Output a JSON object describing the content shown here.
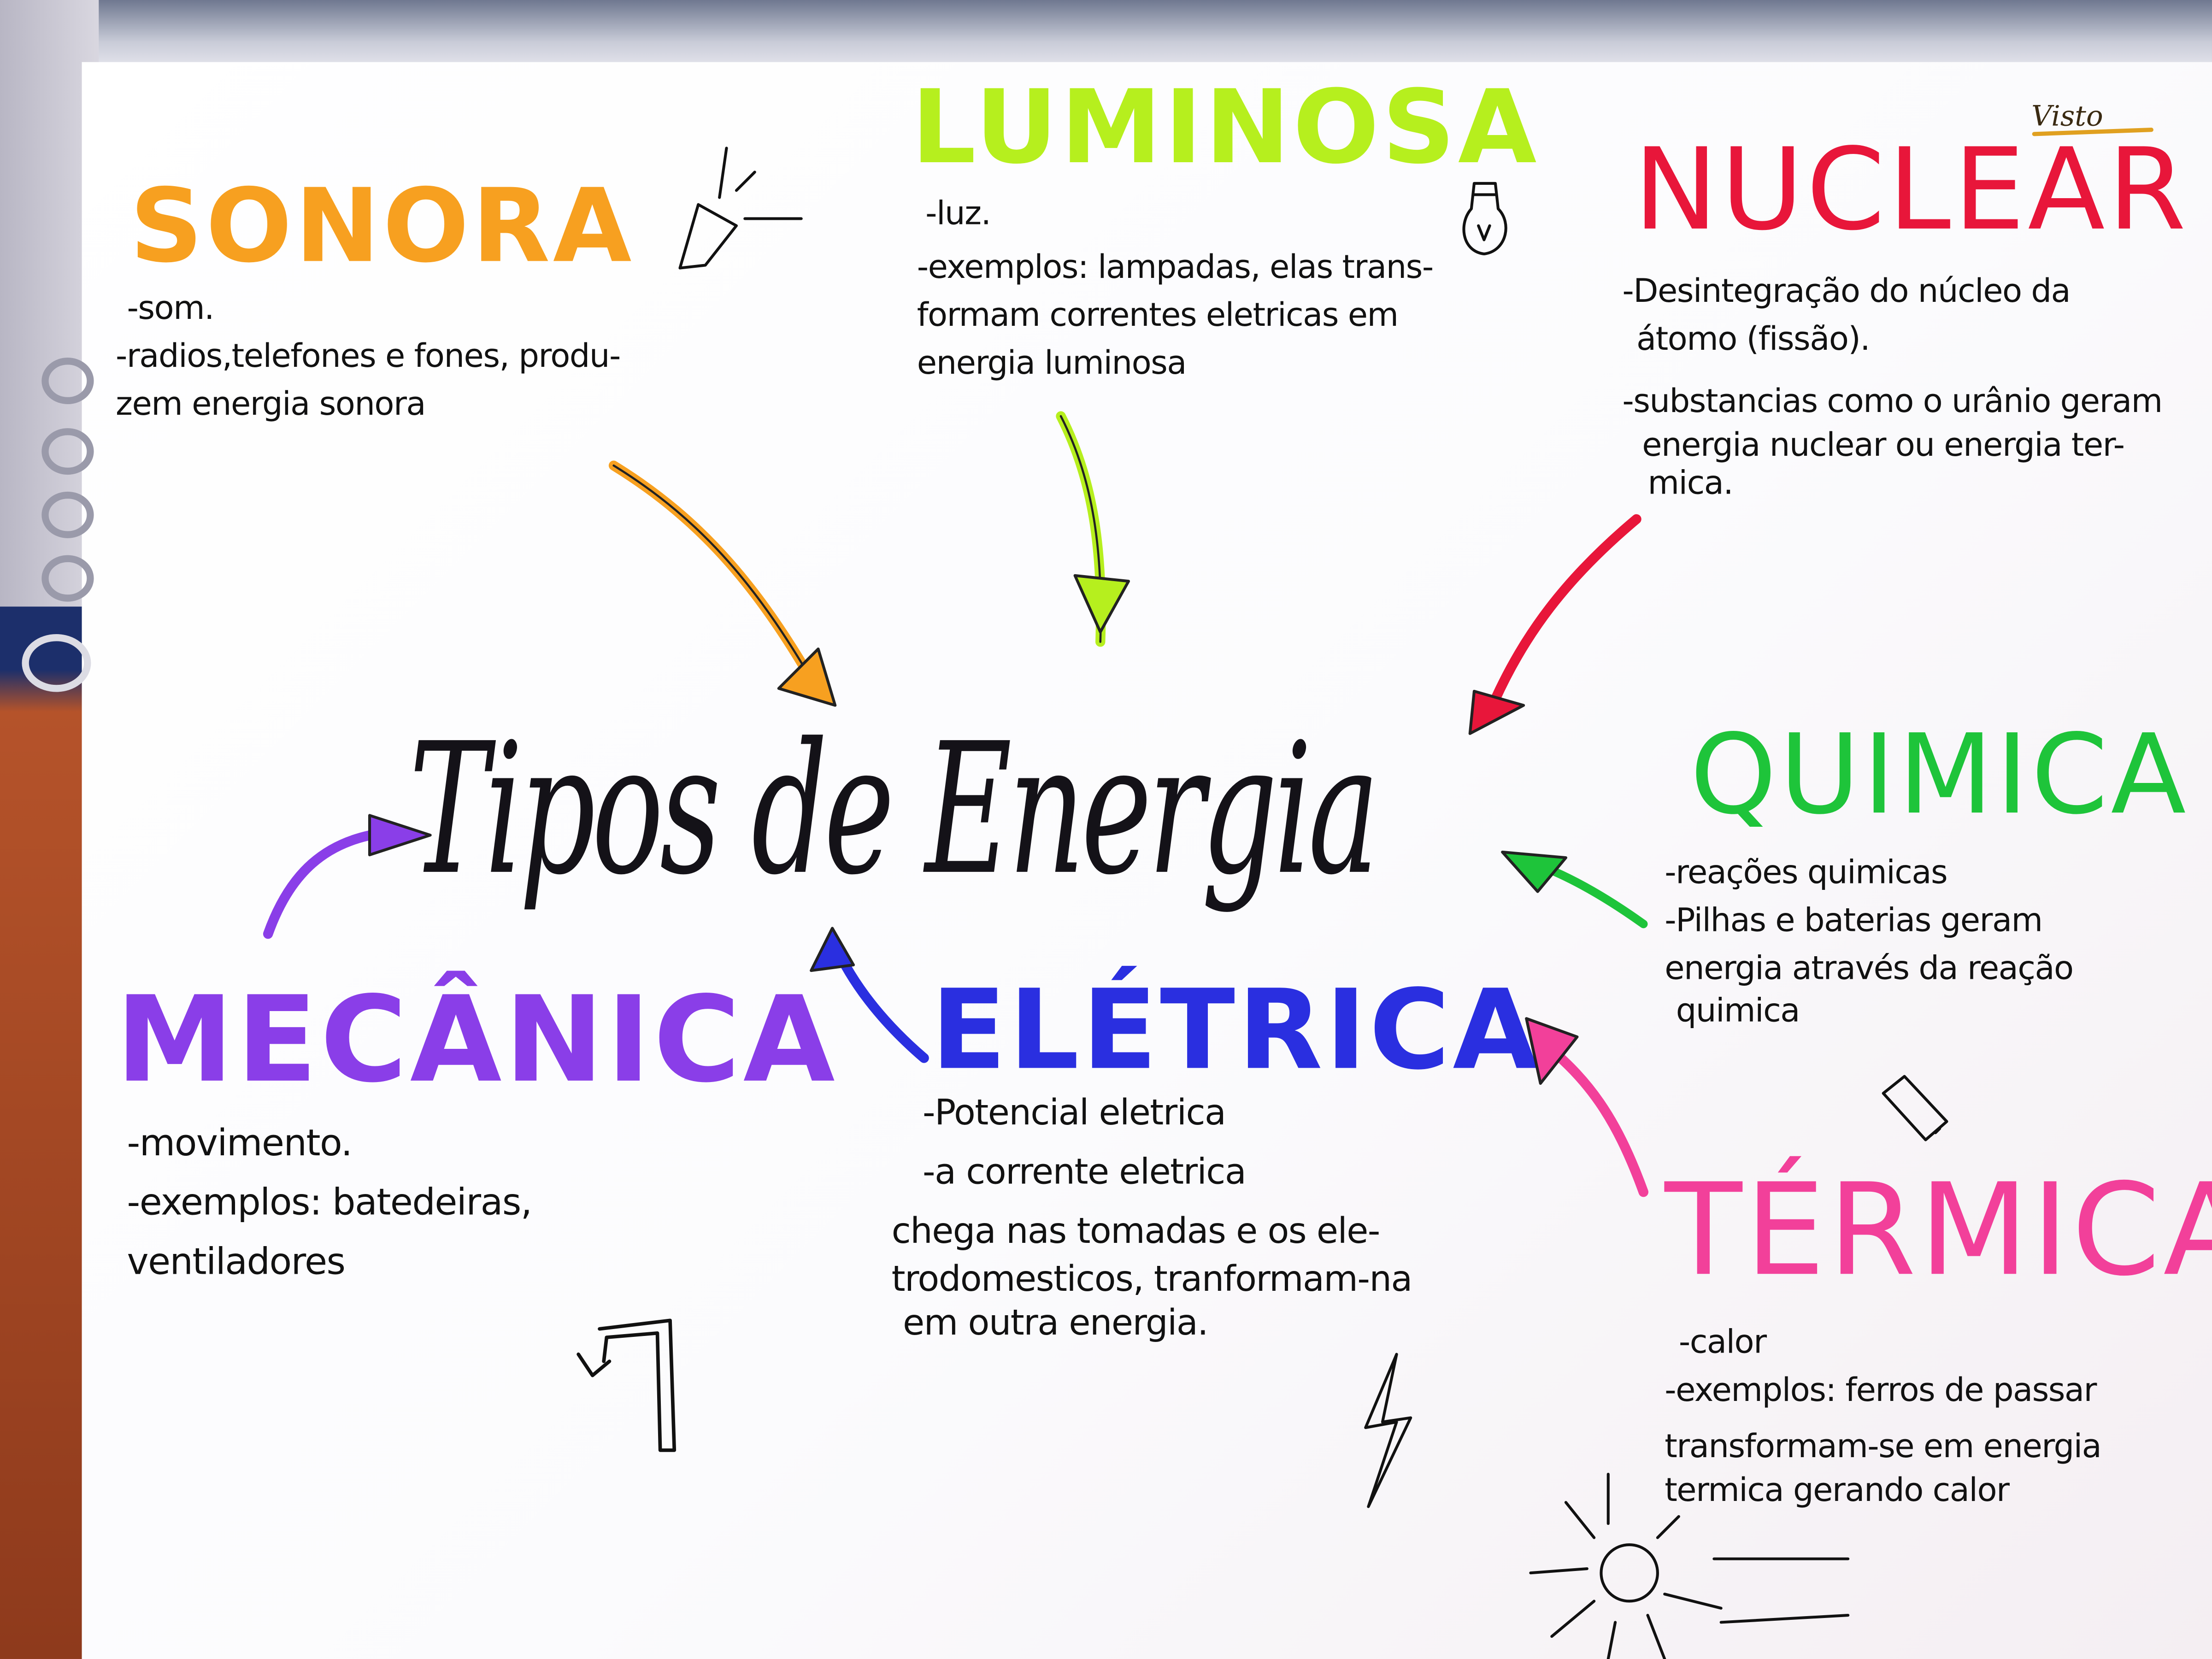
{
  "center_title": "Tipos de Energia",
  "visto": "Visto",
  "colors": {
    "sonora": "#f7a020",
    "luminosa": "#b6ef1e",
    "nuclear": "#e8163a",
    "quimica": "#1ec43a",
    "mecanica": "#8a3ee8",
    "eletrica": "#2a2fe0",
    "termicas": "#f2409a",
    "ink": "#141218"
  },
  "nodes": {
    "sonora": {
      "title": "SONORA",
      "lines": [
        "-som.",
        "-radios,telefones e fones, produ-",
        "zem energia sonora"
      ],
      "icon": "megaphone-icon"
    },
    "luminosa": {
      "title": "LUMINOSA",
      "lines": [
        "-luz.",
        "-exemplos: lampadas, elas trans-",
        "formam correntes eletricas em",
        "energia luminosa"
      ],
      "icon": "lightbulb-icon"
    },
    "nuclear": {
      "title": "NUCLEAR",
      "lines": [
        "-Desintegração do núcleo da",
        "átomo (fissão).",
        "-substancias como o urânio geram",
        "energia nuclear ou energia ter-",
        "mica."
      ]
    },
    "quimica": {
      "title": "QUIMICA",
      "lines": [
        "-reações quimicas",
        "-Pilhas e baterias geram",
        "energia através da reação",
        "quimica"
      ],
      "icon": "battery-icon"
    },
    "mecanica": {
      "title": "MECÂNICA",
      "lines": [
        "-movimento.",
        "-exemplos: batedeiras,",
        "ventiladores"
      ],
      "icon": "mixer-icon"
    },
    "eletrica": {
      "title": "ELÉTRICA",
      "lines": [
        "-Potencial eletrica",
        "-a corrente eletrica",
        "chega nas tomadas e os ele-",
        "trodomesticos, tranformam-na",
        "em outra energia."
      ],
      "icon": "lightning-icon"
    },
    "termicas": {
      "title": "TÉRMICAS",
      "lines": [
        "-calor",
        "-exemplos: ferros de passar",
        "transformam-se em energia",
        "termica gerando calor"
      ],
      "icon": "sun-icon"
    }
  }
}
